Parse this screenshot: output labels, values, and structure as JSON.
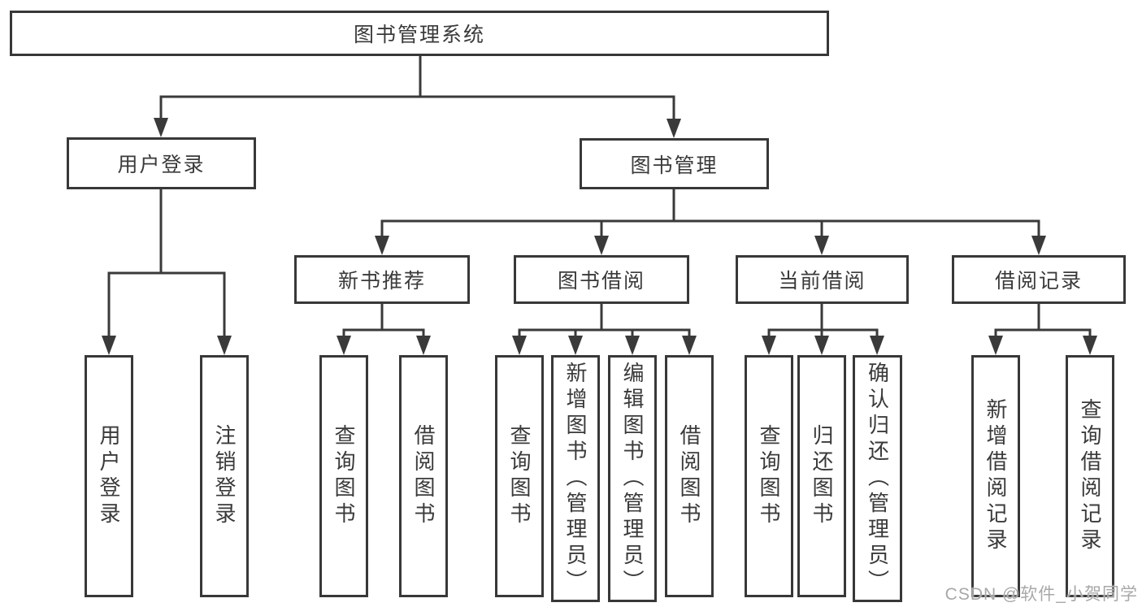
{
  "diagram": {
    "background": "#ffffff",
    "line_color": "#3a3a3a",
    "box_border_color": "#383838",
    "text_color": "#3a3a3a",
    "tree": {
      "label": "图书管理系统",
      "children": [
        {
          "label": "用户登录",
          "children": [
            {
              "label": "用户登录"
            },
            {
              "label": "注销登录"
            }
          ]
        },
        {
          "label": "图书管理",
          "children": [
            {
              "label": "新书推荐",
              "children": [
                {
                  "label": "查询图书"
                },
                {
                  "label": "借阅图书"
                }
              ]
            },
            {
              "label": "图书借阅",
              "children": [
                {
                  "label": "查询图书"
                },
                {
                  "label": "新增图书（管理员）"
                },
                {
                  "label": "编辑图书（管理员）"
                },
                {
                  "label": "借阅图书"
                }
              ]
            },
            {
              "label": "当前借阅",
              "children": [
                {
                  "label": "查询图书"
                },
                {
                  "label": "归还图书"
                },
                {
                  "label": "确认归还（管理员）"
                }
              ]
            },
            {
              "label": "借阅记录",
              "children": [
                {
                  "label": "新增借阅记录"
                },
                {
                  "label": "查询借阅记录"
                }
              ]
            }
          ]
        }
      ]
    }
  },
  "watermark": {
    "text": "CSDN @软件_小贺同学",
    "color": "#a8a8a8"
  }
}
